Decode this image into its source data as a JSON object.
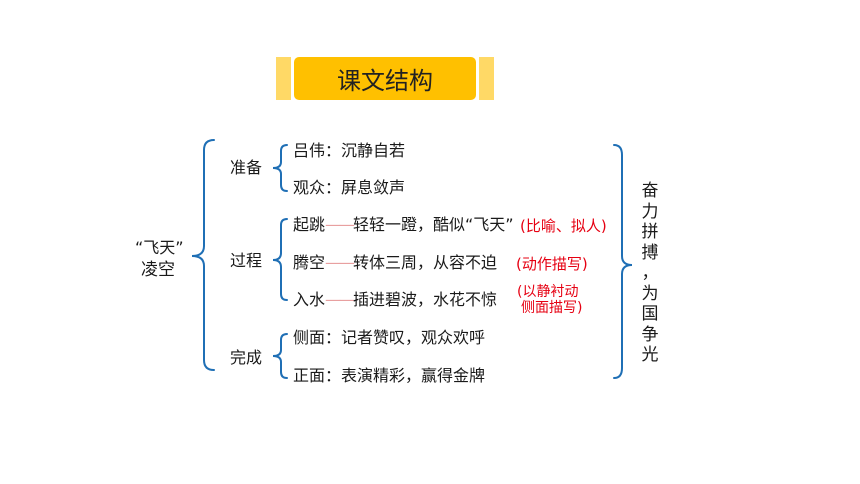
{
  "title": "课文结构",
  "root": {
    "line1": "“飞天”",
    "line2": "凌空"
  },
  "stages": [
    {
      "name": "准备",
      "items": [
        {
          "label": "吕伟",
          "sep": "：",
          "text": "沉静自若"
        },
        {
          "label": "观众",
          "sep": "：",
          "text": "屏息敛声"
        }
      ]
    },
    {
      "name": "过程",
      "items": [
        {
          "label": "起跳",
          "dash": "——",
          "text": "轻轻一蹬，酷似“飞天”",
          "note": "(比喻、拟人)"
        },
        {
          "label": "腾空",
          "dash": "——",
          "text": "转体三周，从容不迫",
          "note": "(动作描写)"
        },
        {
          "label": "入水",
          "dash": "——",
          "text": "插进碧波，水花不惊",
          "note_line1": "(以静衬动",
          "note_line2": "侧面描写)"
        }
      ]
    },
    {
      "name": "完成",
      "items": [
        {
          "label": "侧面",
          "sep": "：",
          "text": "记者赞叹，观众欢呼"
        },
        {
          "label": "正面",
          "sep": "：",
          "text": "表演精彩，赢得金牌"
        }
      ]
    }
  ],
  "theme": {
    "chars": [
      "奋",
      "力",
      "拼",
      "搏",
      "，",
      "为",
      "国",
      "争",
      "光"
    ]
  },
  "colors": {
    "brace": "#1f6fb5",
    "title_bg": "#ffc000",
    "title_side": "#ffd966",
    "note": "#e60012"
  }
}
